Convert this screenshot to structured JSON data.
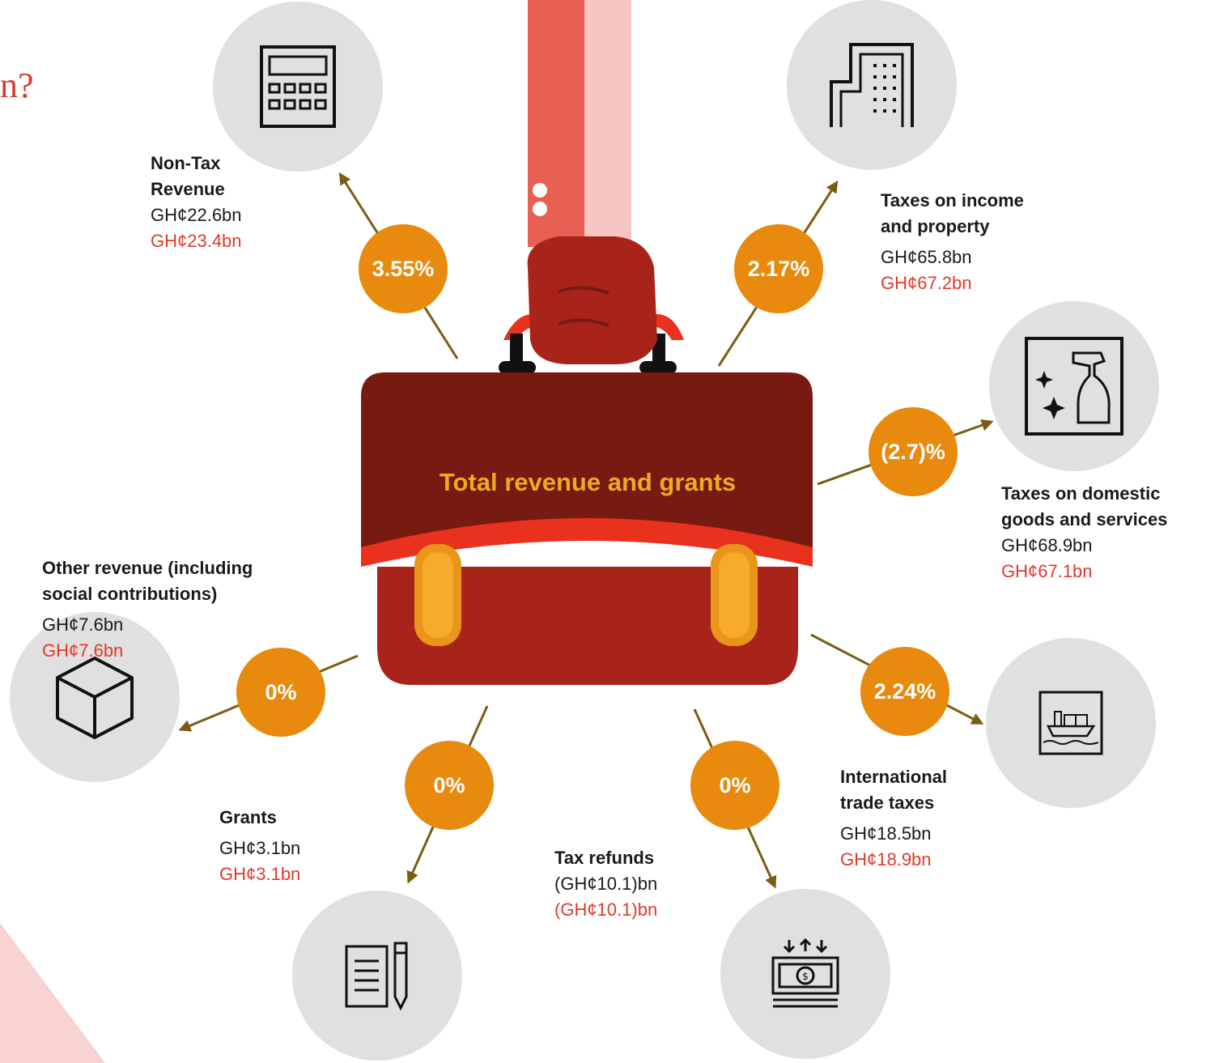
{
  "heading_fragment": "n?",
  "center_title": "Total revenue and grants",
  "nodes": {
    "non_tax": {
      "title": "Non-Tax\nRevenue",
      "value_1": "GH¢22.6bn",
      "value_2": "GH¢23.4bn",
      "change": "3.55%",
      "icon": "calculator-icon"
    },
    "income_property": {
      "title": "Taxes on income\nand property",
      "value_1": "GH¢65.8bn",
      "value_2": "GH¢67.2bn",
      "change": "2.17%",
      "icon": "building-icon"
    },
    "domestic_goods": {
      "title": "Taxes on domestic\ngoods and services",
      "value_1": "GH¢68.9bn",
      "value_2": "GH¢67.1bn",
      "change": "(2.7)%",
      "icon": "spray-bottle-icon"
    },
    "international_trade": {
      "title": "International\ntrade taxes",
      "value_1": "GH¢18.5bn",
      "value_2": "GH¢18.9bn",
      "change": "2.24%",
      "icon": "cargo-ship-icon"
    },
    "tax_refunds": {
      "title": "Tax refunds",
      "value_1": "(GH¢10.1)bn",
      "value_2": "(GH¢10.1)bn",
      "change": "0%",
      "icon": "money-transfer-icon"
    },
    "grants": {
      "title": "Grants",
      "value_1": "GH¢3.1bn",
      "value_2": "GH¢3.1bn",
      "change": "0%",
      "icon": "document-pen-icon"
    },
    "other_revenue": {
      "title": "Other revenue (including\nsocial contributions)",
      "value_1": "GH¢7.6bn",
      "value_2": "GH¢7.6bn",
      "change": "0%",
      "icon": "box-icon"
    }
  },
  "colors": {
    "accent_orange": "#e88a0e",
    "title_orange": "#f5a623",
    "value_red": "#e03a2a",
    "arrow_brown": "#7a5c12",
    "briefcase_top": "#761a12",
    "briefcase_bottom": "#a8231a",
    "circle_grey": "#e0e0e0"
  }
}
